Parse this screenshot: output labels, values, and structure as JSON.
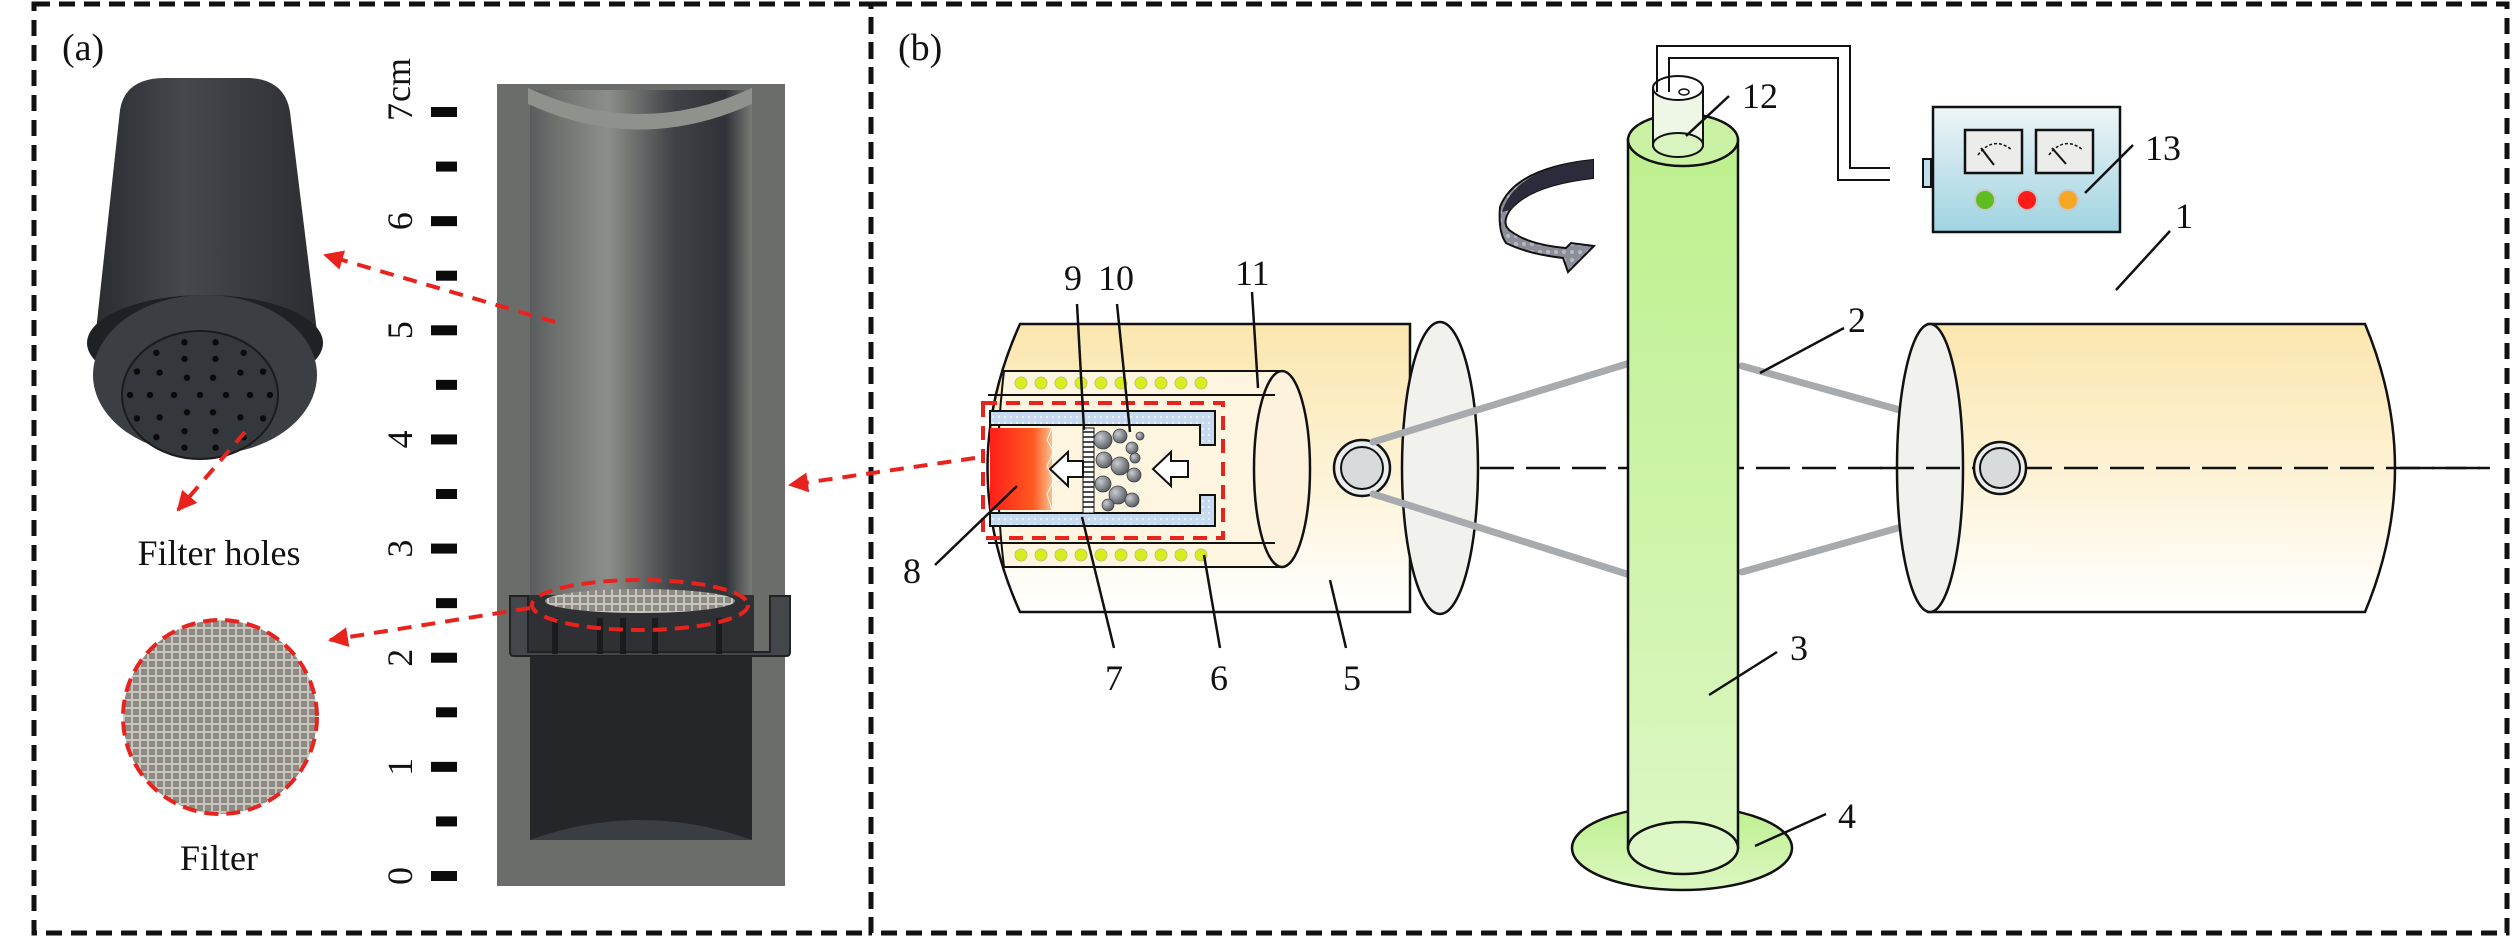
{
  "panel_a": {
    "label": "(a)",
    "ruler": {
      "unit": "cm",
      "ticks": [
        "0",
        "1",
        "2",
        "3",
        "4",
        "5",
        "6",
        "7"
      ]
    },
    "callouts": {
      "filter_holes": "Filter holes",
      "filter": "Filter"
    }
  },
  "panel_b": {
    "label": "(b)",
    "part_numbers": [
      "1",
      "2",
      "3",
      "4",
      "5",
      "6",
      "7",
      "8",
      "9",
      "10",
      "11",
      "12",
      "13"
    ],
    "controller_lights": [
      "#5cbf1f",
      "#ff1a1a",
      "#f5a623"
    ]
  },
  "colors": {
    "callout_red": "#e8231e",
    "column_green": "#c4f09a",
    "shell_cream": "#fbe9b6",
    "controller_blue": "#bfe0ea",
    "coil_yellow": "#d8ec1e"
  }
}
